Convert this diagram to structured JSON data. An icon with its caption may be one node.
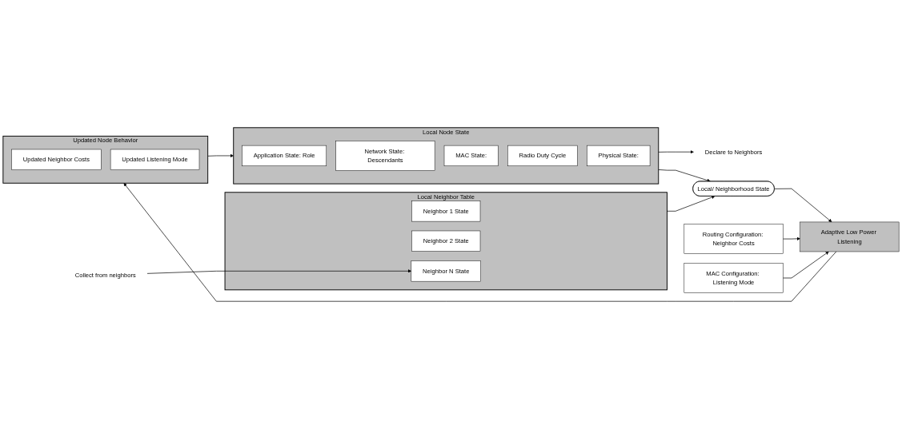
{
  "diagram": {
    "nodes": [
      {
        "text": [
          "Local Node State"
        ]
      },
      {
        "text": [
          "Application State: Role"
        ],
        "in": 0
      },
      {
        "text": [
          "Network State: Descendants"
        ],
        "in": 0
      },
      {
        "text": [
          "MAC State:"
        ],
        "in": 0
      },
      {
        "text": [
          "Radio Duty Cycle"
        ],
        "in": 0
      },
      {
        "text": [
          "Physical State:"
        ],
        "in": 0
      },
      {
        "text": [
          "Local Neighbor Table"
        ]
      },
      {
        "text": [
          "Neighbor 1 State"
        ],
        "in": 6
      },
      {
        "text": [
          "Neighbor 2 State"
        ],
        "in": 6
      },
      {
        "text": [
          "Neighbor N State"
        ],
        "in": 6
      },
      {
        "text": [
          "Declare to Neighbors"
        ]
      },
      {
        "text": [
          "Collect from neighbors"
        ]
      },
      {
        "text": [
          "Local/ Neighborhood State"
        ]
      },
      {
        "text": [
          "Routing Configuration: Neighbor Costs"
        ]
      },
      {
        "text": [
          "Adaptive Low Power Listening"
        ]
      },
      {
        "text": [
          "MAC Configuration: Listening Mode"
        ]
      },
      {
        "text": [
          "Updated Node Behavior"
        ]
      },
      {
        "text": [
          "Updated Neighbor Costs"
        ],
        "in": 16
      },
      {
        "text": [
          "Updated Listening Mode"
        ],
        "in": 16
      }
    ],
    "edges": [
      {
        "from": 0,
        "to": 10,
        "arrow": "to"
      },
      {
        "from": 0,
        "to": 12,
        "arrow": "to"
      },
      {
        "from": 6,
        "to": 12,
        "arrow": "to"
      },
      {
        "from": 11,
        "to": 9,
        "arrow": "to"
      },
      {
        "from": 12,
        "to": 14,
        "arrow": "to"
      },
      {
        "from": 13,
        "to": 14,
        "arrow": "to"
      },
      {
        "from": 15,
        "to": 14,
        "arrow": "to"
      },
      {
        "from": 14,
        "to": 16,
        "arrow": "to"
      },
      {
        "from": 16,
        "to": 0,
        "arrow": "to"
      }
    ]
  }
}
